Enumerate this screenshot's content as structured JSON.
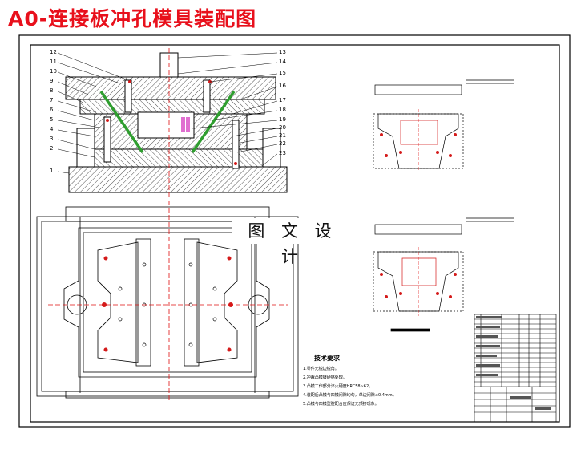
{
  "title": "A0-连接板冲孔模具装配图",
  "watermark": "图 文 设 计",
  "part_numbers_left": [
    "12",
    "11",
    "10",
    "9",
    "8",
    "7",
    "6",
    "5",
    "4",
    "3",
    "2",
    "1"
  ],
  "part_numbers_right": [
    "13",
    "14",
    "15",
    "16",
    "17",
    "18",
    "19",
    "20",
    "21",
    "22",
    "23"
  ],
  "tech_requirements": {
    "heading": "技术要求",
    "items": [
      "1.零件无锐边锐角。",
      "2.冲裁凸模镀硬铬处理。",
      "3.凸模工作部分淬火硬度HRC58~62。",
      "4.装配后凸模与凹模间隙均匀，单边间隙≤0.4mm。",
      "5.凸模与凹模型腔配合应保证无顶挤现象。"
    ]
  },
  "colors": {
    "title": "#e8101c",
    "frame": "#000000",
    "green_blocks": "#2f9e2f",
    "holes": "#d41a1a",
    "centerline": "#e01010",
    "hatch": "#222222"
  }
}
